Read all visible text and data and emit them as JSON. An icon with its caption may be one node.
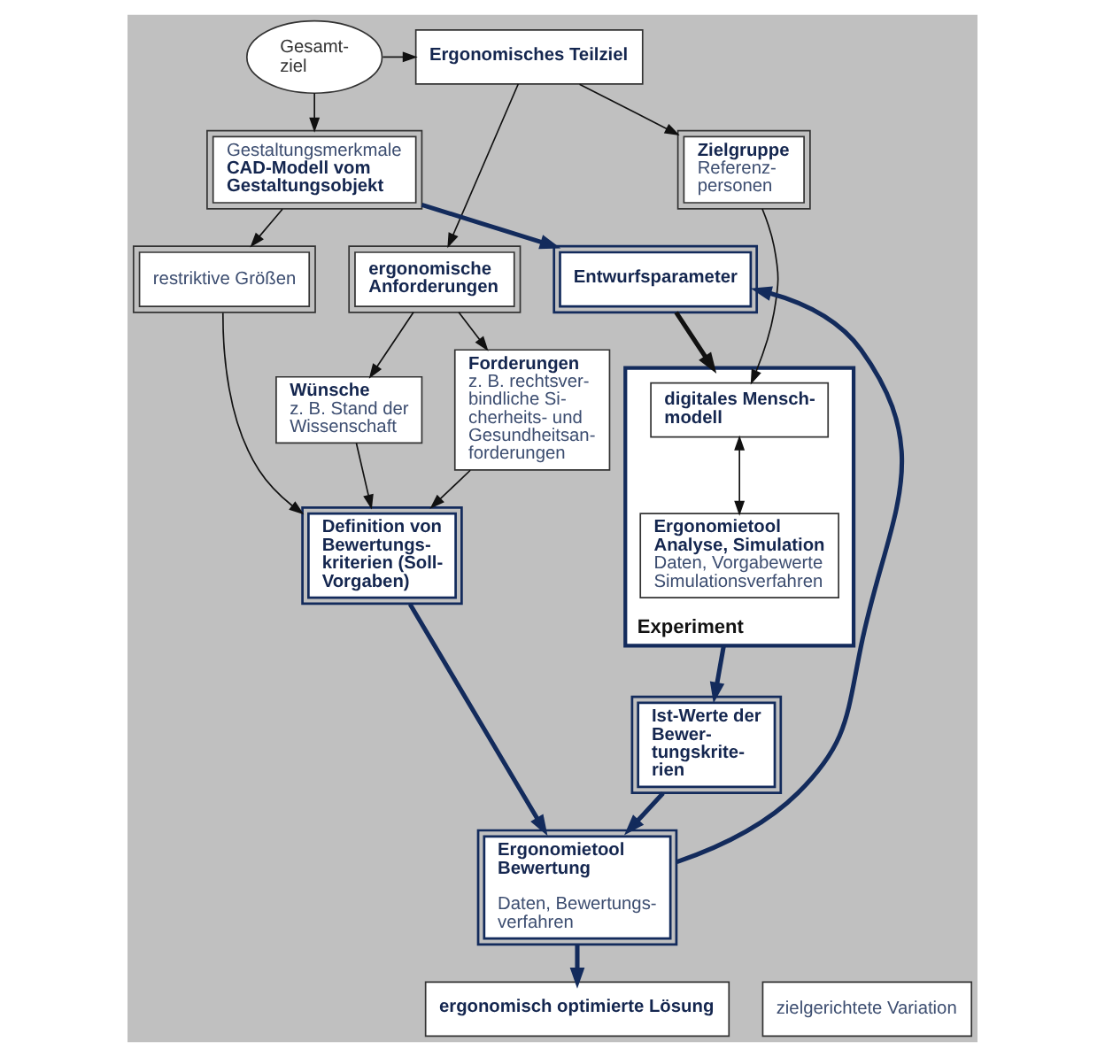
{
  "diagram": {
    "nodes": [
      {
        "text": [
          "Gesamt- ziel"
        ]
      },
      {
        "text": [
          "Ergonomisches Teilziel"
        ]
      },
      {
        "text": [
          "Gestaltungsmerkmale",
          "CAD-Modell vom Gestaltungsobjekt"
        ]
      },
      {
        "text": [
          "restriktive Größen"
        ]
      },
      {
        "text": [
          "ergonomische Anforderungen"
        ]
      },
      {
        "text": [
          "Entwurfsparameter"
        ]
      },
      {
        "text": [
          "Zielgruppe",
          "Referenz- personen"
        ]
      },
      {
        "text": [
          "Wünsche",
          "z. B. Stand der Wissenschaft"
        ]
      },
      {
        "text": [
          "Experiment"
        ]
      },
      {
        "text": [
          "digitales Mensch- modell"
        ],
        "in": 8
      },
      {
        "text": [
          "Ergonomietool Analyse, Simulation",
          "Daten, Vorgabewerte Simulationsverfahren"
        ],
        "in": 8
      },
      {
        "text": [
          "Definition von Bewertungs- kriterien (Soll- Vorgaben)"
        ]
      },
      {
        "text": [
          "Forderungen",
          "z. B. rechtsver- bindliche Si- cherheits- und Gesundheitsan- forderungen"
        ]
      },
      {
        "text": [
          "Ist-Werte der Bewer- tungskrite- rien"
        ]
      },
      {
        "text": [
          "Ergonomietool Bewertung",
          "Daten, Bewertungs- verfahren"
        ]
      },
      {
        "text": [
          "zielgerichtete Variation"
        ]
      },
      {
        "text": [
          "ergonomisch optimierte Lösung"
        ]
      }
    ],
    "edges": [
      {
        "from": 0,
        "to": 1,
        "arrow": "to"
      },
      {
        "from": 0,
        "to": 2,
        "arrow": "to"
      },
      {
        "from": 1,
        "to": 6,
        "arrow": "to"
      },
      {
        "from": 1,
        "to": 4,
        "arrow": "to"
      },
      {
        "from": 2,
        "to": 3,
        "arrow": "to"
      },
      {
        "from": 2,
        "to": 5,
        "arrow": "to",
        "style": "thick",
        "color": "#132b5c"
      },
      {
        "from": 5,
        "to": 8,
        "arrow": "to",
        "style": "thick"
      },
      {
        "from": 6,
        "to": 9,
        "arrow": "to"
      },
      {
        "from": 9,
        "to": 10,
        "arrow": "both"
      },
      {
        "from": 4,
        "to": 7,
        "arrow": "to"
      },
      {
        "from": 4,
        "to": 12,
        "arrow": "to"
      },
      {
        "from": 3,
        "to": 11,
        "arrow": "to"
      },
      {
        "from": 7,
        "to": 11,
        "arrow": "to"
      },
      {
        "from": 12,
        "to": 11,
        "arrow": "to"
      },
      {
        "from": 11,
        "to": 14,
        "arrow": "to",
        "style": "thick",
        "color": "#132b5c"
      },
      {
        "from": 8,
        "to": 13,
        "arrow": "to",
        "style": "thick",
        "color": "#132b5c"
      },
      {
        "from": 13,
        "to": 14,
        "arrow": "to",
        "style": "thick",
        "color": "#132b5c"
      },
      {
        "from": 14,
        "to": 16,
        "arrow": "to",
        "style": "thick",
        "color": "#132b5c"
      },
      {
        "from": 14,
        "to": 5,
        "arrow": "to",
        "style": "thick",
        "color": "#132b5c"
      }
    ]
  }
}
